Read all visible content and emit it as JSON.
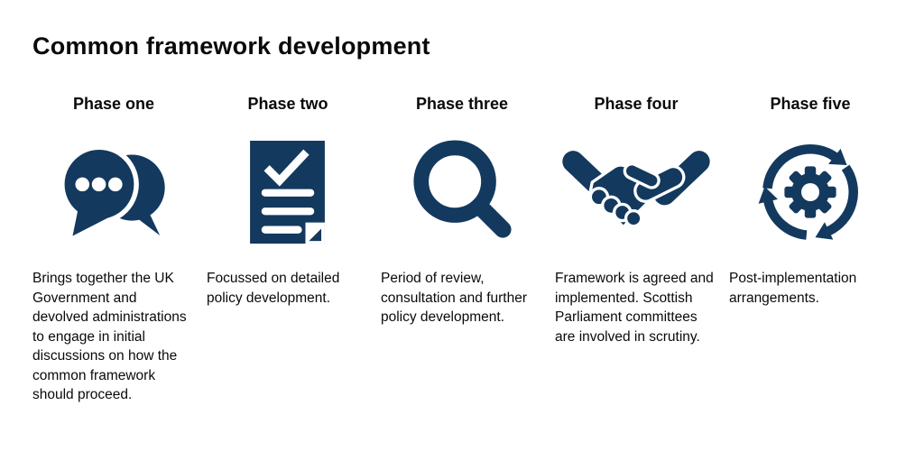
{
  "title": "Common framework development",
  "colors": {
    "icon_navy": "#13395E",
    "text": "#0A0A0A",
    "background": "#FFFFFF"
  },
  "phases": [
    {
      "heading": "Phase one",
      "icon": "chat-bubbles-icon",
      "description": "Brings together the UK Government and devolved administrations to engage in initial discussions on how the common framework should proceed."
    },
    {
      "heading": "Phase two",
      "icon": "document-checklist-icon",
      "description": "Focussed on detailed policy development."
    },
    {
      "heading": "Phase three",
      "icon": "magnifying-glass-icon",
      "description": "Period of review, consultation and further policy development."
    },
    {
      "heading": "Phase four",
      "icon": "handshake-icon",
      "description": "Framework is agreed and implemented. Scottish Parliament committees are involved in scrutiny."
    },
    {
      "heading": "Phase five",
      "icon": "cycle-gear-icon",
      "description": "Post-implementation arrangements."
    }
  ]
}
